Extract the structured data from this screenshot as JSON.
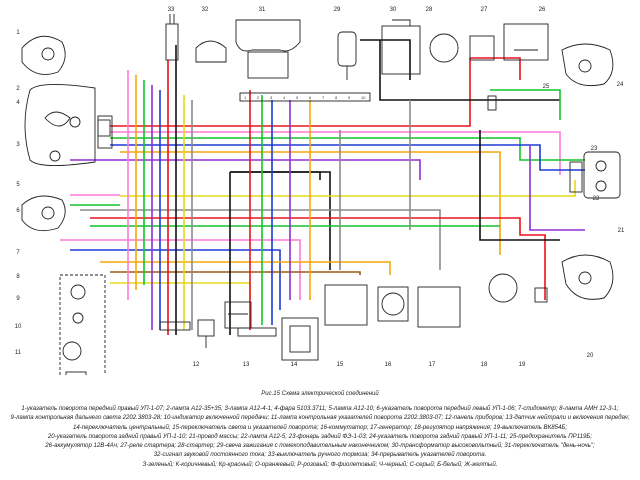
{
  "callouts": {
    "left": [
      "1",
      "2",
      "3",
      "4",
      "5",
      "6",
      "7",
      "8",
      "9",
      "10",
      "11"
    ],
    "top": [
      "33",
      "32",
      "31",
      "29",
      "30",
      "28",
      "27",
      "26"
    ],
    "right": [
      "25",
      "24",
      "23",
      "22",
      "21",
      "20"
    ],
    "bottom": [
      "12",
      "13",
      "14",
      "15",
      "16",
      "17",
      "18",
      "19"
    ]
  },
  "connector_pins": [
    "1",
    "2",
    "3",
    "4",
    "5",
    "6",
    "7",
    "8",
    "9",
    "10"
  ],
  "caption": "Рис.15 Схема электрической соединений",
  "legend": [
    "1-указатель поворота передний правый УП-1-07; 2-лампа А12-35+35; 3-лампа А12-4-1; 4-фара 5103.3711; 5-лампа А12-10; 6-указатель поворота передний левый УП-1-06; 7-спидометр; 8-лампа АМН 12-3-1;",
    "9-лампа контрольная дальнего света 2202.3803-28; 10-индикатор включенной передачи; 11-лампа контрольная указателей поворота 2202.3803-07; 12-панель приборов; 13-датчик нейтрали и включения передач;",
    "14-переключатель центральный; 15-переключатель света и указателей поворота; 16-коммутатор; 17-генератор; 18-регулятор напряжения; 19-выключатель ВК854Б;",
    "20-указатель поворота задний правый УП-1-10; 21-провод массы; 22-лампа А12-5; 23-фонарь задний ФЭ-1-03; 24-указатель поворота задний правый УП-1-11; 25-предохранитель ПР119Б;",
    "26-аккумулятор 12В-4Ач; 27-реле стартера; 28-стартер; 29-свеча зажигания с помехоподавительным наконечником; 30-трансформатор высоковольтный; 31-переключатель \"день-ночь\";",
    "32-сигнал звуковой постоянного тока; 33-выключатель ручного тормоза; 34-прерыватель указателей поворота.",
    "З-зеленый; К-коричневый; Кр-красный; О-оранжевый; Р-розовый; Ф-фиолетовый; Ч-черный; С-серый; Б-белый; Ж-желтый."
  ],
  "wire_colors": {
    "red": "#e8141c",
    "green": "#12c42a",
    "blue": "#1e3ad6",
    "pink": "#ff7ad9",
    "orange": "#f5a70a",
    "purple": "#8e2fd2",
    "black": "#111111",
    "grey": "#8a8a8a",
    "yellow": "#e7d818",
    "brown": "#9a5a14"
  }
}
